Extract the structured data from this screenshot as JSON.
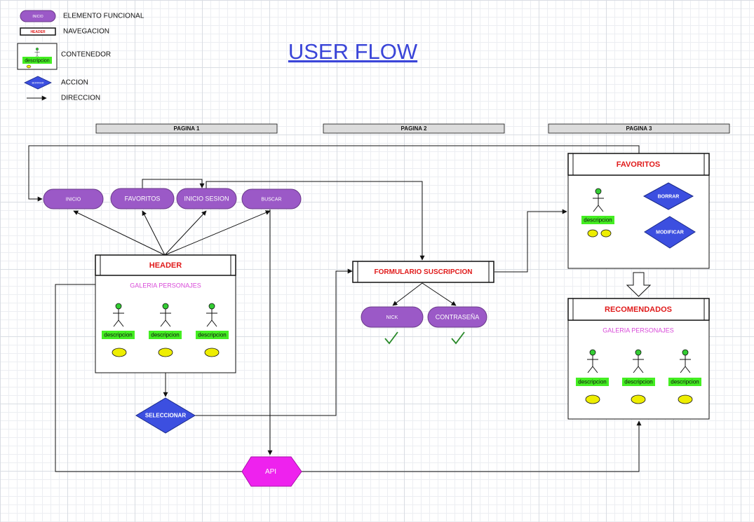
{
  "title": "USER FLOW",
  "legend": {
    "functional": {
      "label": "ELEMENTO FUNCIONAL",
      "sample": "INICIO"
    },
    "navigation": {
      "label": "NAVEGACION",
      "sample": "HEADER"
    },
    "container": {
      "label": "CONTENEDOR",
      "sample": "descripcion"
    },
    "action": {
      "label": "ACCION",
      "sample": "BORRAR"
    },
    "direction": {
      "label": "DIRECCION"
    }
  },
  "pages": [
    "PAGINA 1",
    "PAGINA 2",
    "PAGINA 3"
  ],
  "nav_buttons": {
    "inicio": "INICIO",
    "favoritos": "FAVORITOS",
    "inicio_sesion": "INICIO SESION",
    "buscar": "BUSCAR"
  },
  "header_box": {
    "title": "HEADER",
    "gallery": "GALERIA PERSONAJES",
    "desc": "descripcion"
  },
  "seleccionar": "SELECCIONAR",
  "api": "API",
  "formulario": {
    "title": "FORMULARIO SUSCRIPCION",
    "nick": "NICK",
    "password": "CONTRASEÑA"
  },
  "favoritos_box": {
    "title": "FAVORITOS",
    "desc": "descripcion",
    "delete": "BORRAR",
    "modify": "MODIFICAR"
  },
  "recomendados_box": {
    "title": "RECOMENDADOS",
    "gallery": "GALERIA PERSONAJES",
    "desc": "descripcion"
  },
  "colors": {
    "functional": "#9b59c7",
    "action": "#3c4fe0",
    "api": "#ee22ee",
    "title": "#3a45d8",
    "header_title": "#e01a1a",
    "gallery": "#d84ad8",
    "desc_bg": "#44ee22",
    "ellipse": "#eeee00",
    "check": "#2a8a2a"
  }
}
